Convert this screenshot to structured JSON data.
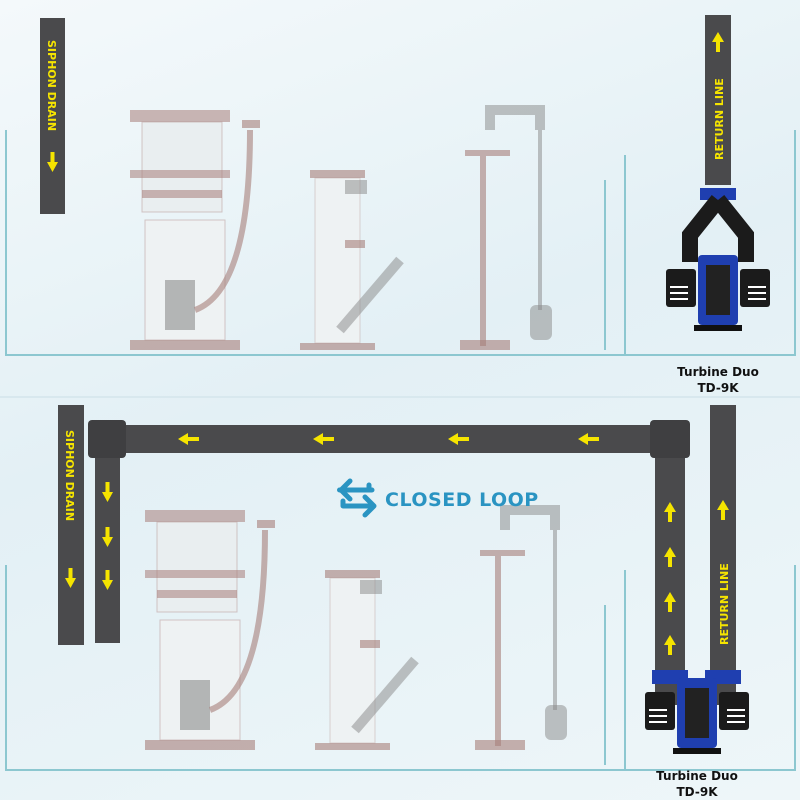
{
  "top_panel": {
    "drain_label": "SIPHON DRAIN",
    "return_label": "RETURN LINE",
    "pump_name": "Turbine Duo",
    "pump_model": "TD-9K"
  },
  "bottom_panel": {
    "drain_label": "SIPHON DRAIN",
    "return_label": "RETURN LINE",
    "title": "CLOSED LOOP",
    "pump_name": "Turbine Duo",
    "pump_model": "TD-9K"
  },
  "colors": {
    "pipe": "#4a4a4c",
    "arrow": "#f5e400",
    "accent": "#2a94c2",
    "pump_blue": "#1f3fb0",
    "equipment": "#a77e7a"
  }
}
